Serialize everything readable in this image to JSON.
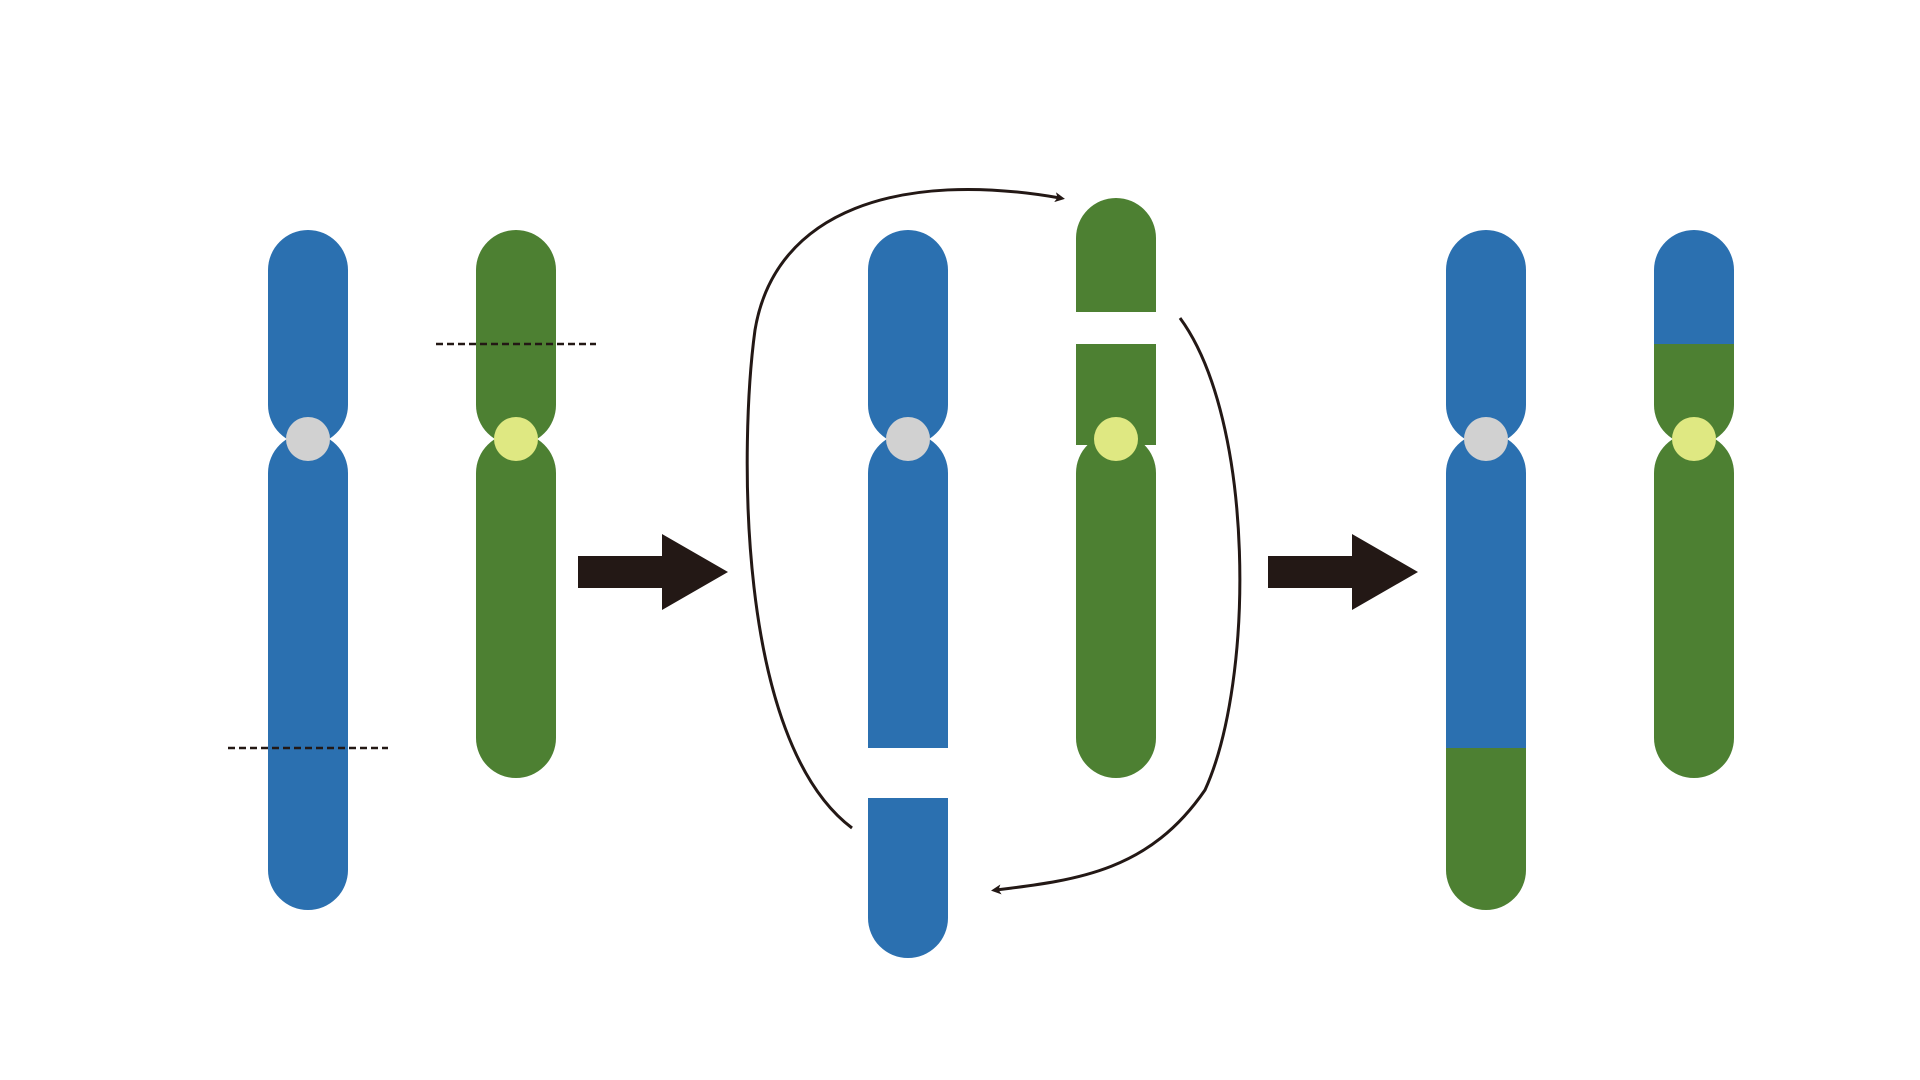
{
  "diagram": {
    "type": "chromosomal-translocation",
    "stages": [
      "original",
      "break",
      "translocated"
    ],
    "colors": {
      "chromosome_a": "#2b70b0",
      "chromosome_b": "#4d8032",
      "centromere_a": "#d1d1d1",
      "centromere_b": "#dfe882",
      "arrow": "#231815",
      "break_line": "#231815",
      "background": "#ffffff"
    },
    "icons": {
      "stage_arrow": "right-arrow-icon",
      "exchange_arrow": "curved-arrow-icon"
    }
  }
}
